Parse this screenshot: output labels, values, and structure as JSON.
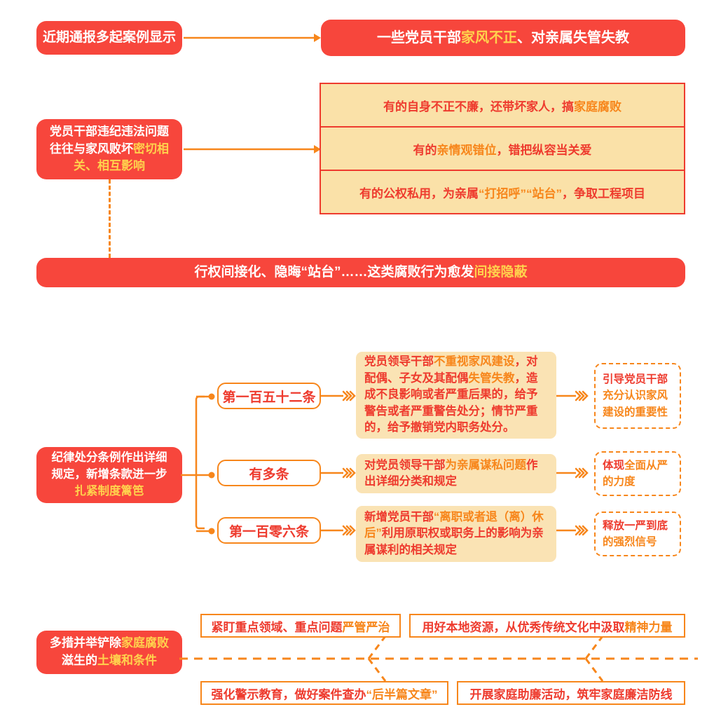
{
  "colors": {
    "red": "#F7463C",
    "deep_red": "#EE3B2E",
    "orange": "#F7861B",
    "yellow": "#FFD24D",
    "cream": "#FAE1A8",
    "cream_card": "#FAE3B4",
    "white": "#FFFFFF"
  },
  "section1": {
    "source_label": "近期通报多起案例显示",
    "result_pre": "一些党员干部",
    "result_hl": "家风不正",
    "result_post": "、对亲属失管失教"
  },
  "section2": {
    "left_line1": "党员干部违纪违法问题",
    "left_line2_pre": "往往与家风败坏",
    "left_line2_hl": "密切相",
    "left_line3_hl": "关、相互影响",
    "rows": [
      {
        "pre": "有的自身不正不廉，还带坏家人，搞",
        "hl": "家庭腐败",
        "post": ""
      },
      {
        "pre": "有的",
        "hl": "亲情观错位",
        "post": "，错把纵容当关爱"
      },
      {
        "pre": "有的公权私用，为亲属",
        "hl": "“打招呼”“站台”",
        "post": "，争取工程项目"
      }
    ],
    "banner_pre": "行权间接化、隐晦“站台”……这类腐败行为愈发",
    "banner_hl": "间接隐蔽"
  },
  "section3": {
    "left_line1": "纪律处分条例作出详细",
    "left_line2": "规定，新增条款进一步",
    "left_line3_hl": "扎紧制度篱笆",
    "branches": [
      {
        "pill": "第一百五十二条",
        "detail_parts": [
          {
            "t": "党员领导干部",
            "c": "red"
          },
          {
            "t": "不重视家风建设",
            "c": "orange"
          },
          {
            "t": "，对配偶、子女及其配偶",
            "c": "red"
          },
          {
            "t": "失管失教",
            "c": "orange"
          },
          {
            "t": "，造成不良影响或者严重后果的，给予警告或者严重警告处分；情节严重的，给予撤销党内职务处分。",
            "c": "red"
          }
        ],
        "outcome_parts": [
          {
            "t": "引导党员干部",
            "c": "red"
          },
          {
            "t": "充分认识家风建设的重要性",
            "c": "orange"
          }
        ]
      },
      {
        "pill": "有多条",
        "detail_parts": [
          {
            "t": "对党员领导干部",
            "c": "red"
          },
          {
            "t": "为亲属谋私问题",
            "c": "orange"
          },
          {
            "t": "作出详细分类和规定",
            "c": "red"
          }
        ],
        "outcome_parts": [
          {
            "t": "体现",
            "c": "red"
          },
          {
            "t": "全面从严",
            "c": "orange"
          },
          {
            "t": "的力度",
            "c": "orange"
          }
        ]
      },
      {
        "pill": "第一百零六条",
        "detail_parts": [
          {
            "t": "新增党员干部",
            "c": "red"
          },
          {
            "t": "“离职或者退（离）休后”",
            "c": "orange"
          },
          {
            "t": "利用原职权或职务上的影响为亲属谋利的相关规定",
            "c": "red"
          }
        ],
        "outcome_parts": [
          {
            "t": "释放一严到底",
            "c": "red"
          },
          {
            "t": "的强烈信号",
            "c": "orange"
          }
        ]
      }
    ]
  },
  "section4": {
    "left_line1_pre": "多措并举铲除",
    "left_line1_hl": "家庭腐败",
    "left_line2_pre": "滋生的",
    "left_line2_hl": "土壤和条件",
    "measures": [
      {
        "pre": "紧盯重点领域、重点问题",
        "hl": "严管严治",
        "post": ""
      },
      {
        "pre": "用好本地资源，从优秀传统文化中汲取",
        "hl": "精神力量",
        "post": ""
      },
      {
        "pre": "强化警示教育，做好案件查办",
        "hl": "“后半篇文章”",
        "post": ""
      },
      {
        "pre": "开展家庭助廉活动，筑牢家庭廉洁防线",
        "hl": "",
        "post": ""
      }
    ]
  },
  "icons": {
    "arrow": "arrow-right-icon",
    "chevrons": "triple-chevron-icon",
    "node": "branch-node-dot-icon"
  }
}
